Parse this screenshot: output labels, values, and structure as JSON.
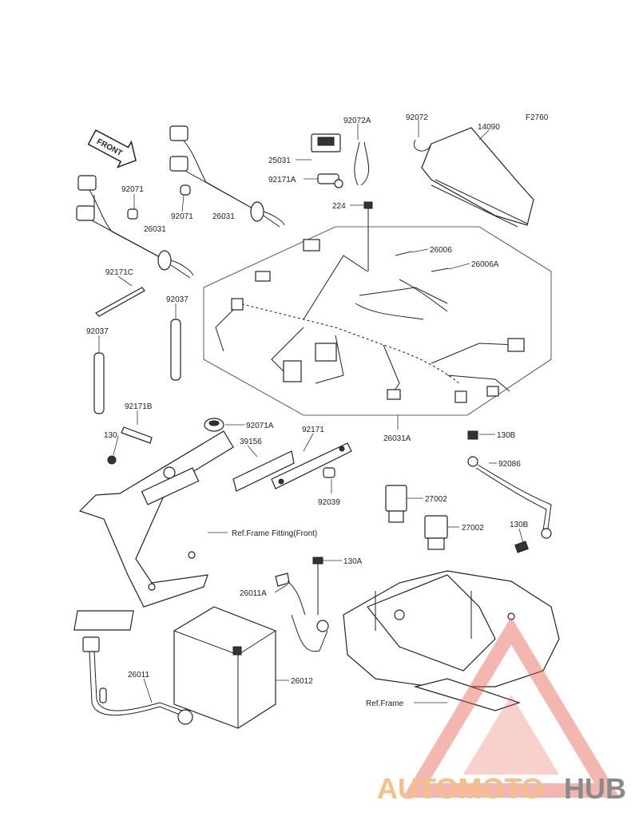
{
  "diagram_code": "F2760",
  "front_label": "FRONT",
  "parts": {
    "p92072A": "92072A",
    "p92072": "92072",
    "p14090": "14090",
    "p25031": "25031",
    "p92171A": "92171A",
    "p224": "224",
    "p92071_a": "92071",
    "p92071_b": "92071",
    "p26031_a": "26031",
    "p26031_b": "26031",
    "p26006": "26006",
    "p26006A": "26006A",
    "p92171C": "92171C",
    "p92037_a": "92037",
    "p92037_b": "92037",
    "p92171B": "92171B",
    "p92071A": "92071A",
    "p130": "130",
    "p39156": "39156",
    "p92171": "92171",
    "p26031A": "26031A",
    "p130B_a": "130B",
    "p92086": "92086",
    "p92039": "92039",
    "p27002_a": "27002",
    "p27002_b": "27002",
    "p130B_b": "130B",
    "p130A": "130A",
    "p26011A": "26011A",
    "p26011": "26011",
    "p26012": "26012"
  },
  "refs": {
    "frame_fitting_front": "Ref.Frame Fitting(Front)",
    "frame": "Ref.Frame"
  },
  "watermark": {
    "part1": "AUTOMOTO",
    "part2": "HUB",
    "color_auto": "#f3b06a",
    "color_hub": "#6d6d6d",
    "triangle_color": "#e45a4c"
  }
}
